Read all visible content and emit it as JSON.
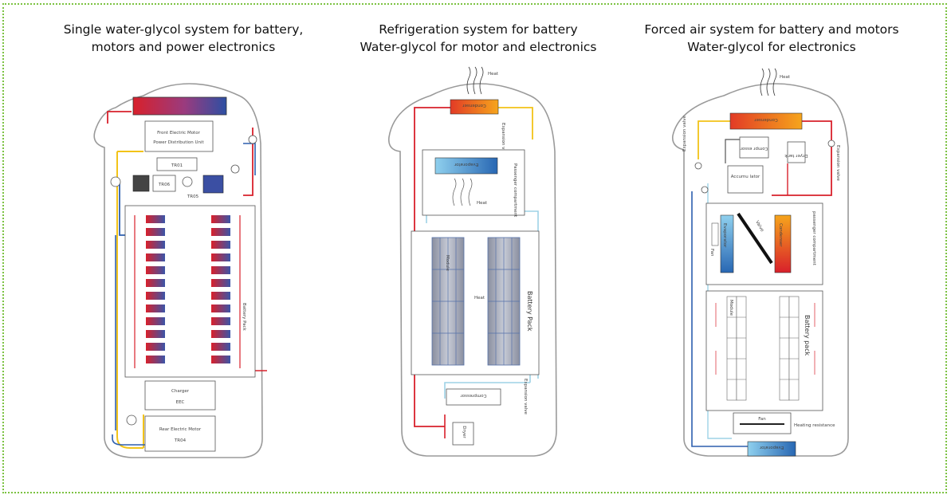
{
  "panels": [
    {
      "title_line1": "Single water-glycol system for battery,",
      "title_line2": "motors and power electronics",
      "labels": {
        "front_motor": "Front Electric Motor",
        "pdu": "Power Distribution Unit",
        "tr01": "TR01",
        "tr06": "TR06",
        "tr05": "TR05",
        "battery": "Battery Pack",
        "charger": "Charger",
        "eec": "EEC",
        "rear_motor": "Rear Electric Motor",
        "tr04": "TR04"
      }
    },
    {
      "title_line1": "Refrigeration system for battery",
      "title_line2": "Water-glycol for motor and electronics",
      "labels": {
        "heat_top": "Heat",
        "condenser": "Condenser",
        "expansion_valve_top": "Expansion valve",
        "evaporator": "Evaporator",
        "passenger": "Passenger compartment",
        "heat_mid": "Heat",
        "battery_pack": "Battery Pack",
        "module": "Module",
        "heat_batt": "Heat",
        "expansion_valve_bottom": "Expansion valve",
        "compressor": "Compressor",
        "dryer": "Dryer"
      }
    },
    {
      "title_line1": "Forced air system for battery and motors",
      "title_line2": "Water-glycol for electronics",
      "labels": {
        "heat_top": "Heat",
        "condenser": "Condenser",
        "compressor": "Compr essor",
        "dryer_tank": "Dryer tank",
        "expansion_valve_right": "Expansion valve",
        "expansion_valve_left": "Expansion valve",
        "accumulator": "Accumu lator",
        "passenger": "passenger compartment",
        "evaporator": "Evaporator",
        "valve": "Valve",
        "fan": "Fan",
        "condenser2": "Condenser",
        "module": "Module",
        "battery_pack": "Battery pack",
        "fan_bottom": "Fan",
        "heating_resistance": "Heating resistance",
        "evaporator_bottom": "Evaporator"
      }
    }
  ]
}
